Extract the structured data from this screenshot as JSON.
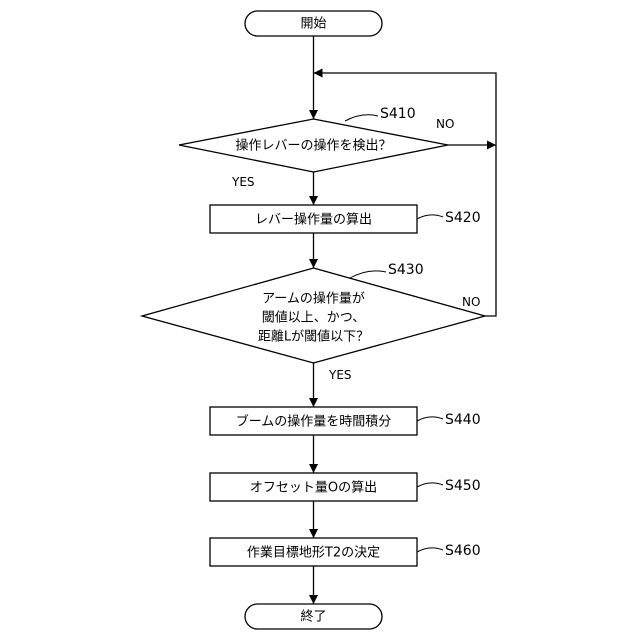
{
  "start": {
    "label": "開始"
  },
  "end": {
    "label": "終了"
  },
  "d1": {
    "label": "操作レバーの操作を検出？",
    "step": "S410",
    "no": "NO",
    "yes": "YES"
  },
  "p420": {
    "label": "レバー操作量の算出",
    "step": "S420"
  },
  "d2": {
    "line1": "アームの操作量が",
    "line2": "閾値以上、かつ、",
    "line3": "距離Lが閾値以下？",
    "step": "S430",
    "no": "NO",
    "yes": "YES"
  },
  "p440": {
    "label": "ブームの操作量を時間積分",
    "step": "S440"
  },
  "p450": {
    "label": "オフセット量Oの算出",
    "step": "S450"
  },
  "p460": {
    "label": "作業目標地形T2の決定",
    "step": "S460"
  }
}
